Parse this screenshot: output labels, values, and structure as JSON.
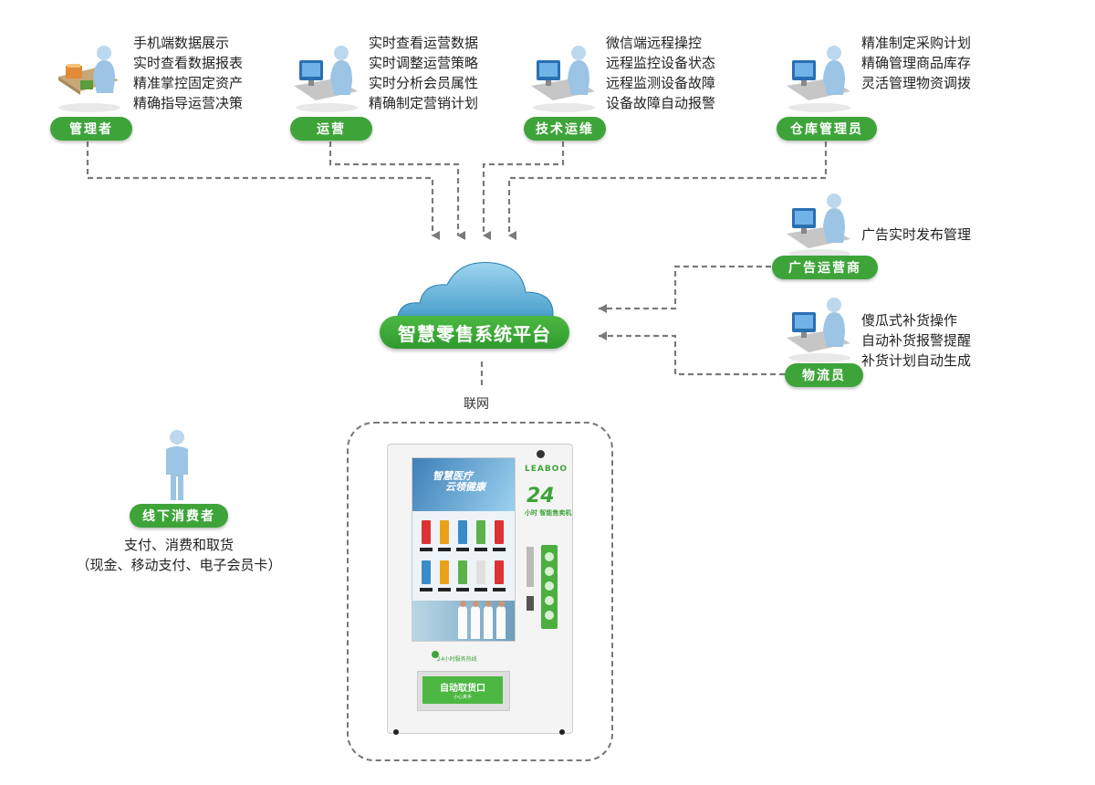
{
  "colors": {
    "badge_green": "#3ea43a",
    "connector_gray": "#7a7a7a",
    "cloud_blue": "#3a9ac8"
  },
  "roles": {
    "manager": {
      "label": "管理者",
      "lines": [
        "手机端数据展示",
        "实时查看数据报表",
        "精准掌控固定资产",
        "精确指导运营决策"
      ]
    },
    "operations": {
      "label": "运营",
      "lines": [
        "实时查看运营数据",
        "实时调整运营策略",
        "实时分析会员属性",
        "精确制定营销计划"
      ]
    },
    "tech": {
      "label": "技术运维",
      "lines": [
        "微信端远程操控",
        "远程监控设备状态",
        "远程监测设备故障",
        "设备故障自动报警"
      ]
    },
    "warehouse": {
      "label": "仓库管理员",
      "lines": [
        "精准制定采购计划",
        "精确管理商品库存",
        "灵活管理物资调拨"
      ]
    },
    "advertiser": {
      "label": "广告运营商",
      "lines": [
        "广告实时发布管理"
      ]
    },
    "logistics": {
      "label": "物流员",
      "lines": [
        "傻瓜式补货操作",
        "自动补货报警提醒",
        "补货计划自动生成"
      ]
    },
    "consumer": {
      "label": "线下消费者",
      "lines": [
        "支付、消费和取货",
        "（现金、移动支付、电子会员卡）"
      ]
    }
  },
  "platform": {
    "label": "智慧零售系统平台"
  },
  "network_label": "联网",
  "vending_machine": {
    "brand": "LEABOO",
    "banner_line1": "智慧医疗",
    "banner_line2": "云领健康",
    "big_number": "24",
    "sub_label": "小时 智能售卖机",
    "hotline": "24小时服务热线",
    "pickup_label": "自动取货口",
    "pickup_sub": "小心夹手"
  },
  "icons": {
    "manager": "desk-worker-icon",
    "operations": "computer-worker-icon",
    "consumer": "standing-person-icon"
  }
}
